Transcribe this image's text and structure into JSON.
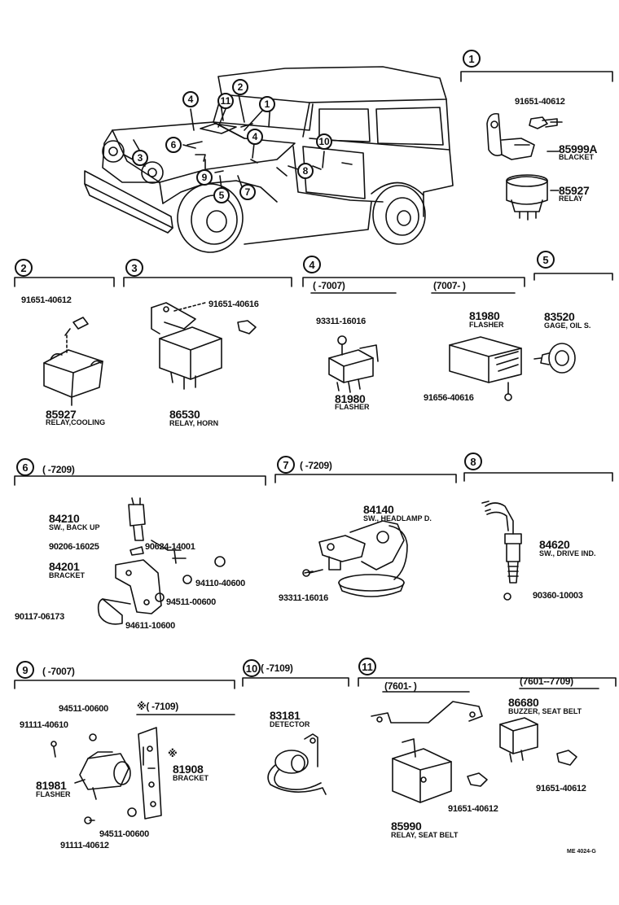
{
  "sections": {
    "s1": "1",
    "s2": "2",
    "s3": "3",
    "s4": "4",
    "s5": "5",
    "s6": "6",
    "s7": "7",
    "s8": "8",
    "s9": "9",
    "s10": "10",
    "s11": "11"
  },
  "vehicle_callouts": [
    "1",
    "2",
    "3",
    "4",
    "4",
    "5",
    "6",
    "7",
    "8",
    "9",
    "10",
    "11"
  ],
  "sec1": {
    "p1": "91651-40612",
    "p2": "85999A",
    "p2n": "BLACKET",
    "p3": "85927",
    "p3n": "RELAY"
  },
  "sec2": {
    "p1": "91651-40612",
    "p2": "85927",
    "p2n": "RELAY,COOLING"
  },
  "sec3": {
    "p1": "91651-40616",
    "p2": "86530",
    "p2n": "RELAY, HORN"
  },
  "sec4": {
    "range_a": "(      -7007)",
    "range_b": "(7007-       )",
    "p1": "93311-16016",
    "p2": "81980",
    "p2n": "FLASHER",
    "p3": "81980",
    "p3n": "FLASHER",
    "p4": "91656-40616"
  },
  "sec5": {
    "p1": "83520",
    "p1n": "GAGE, OIL S."
  },
  "sec6": {
    "range": "(       -7209)",
    "p1": "84210",
    "p1n": "SW., BACK UP",
    "p2": "90206-16025",
    "p3": "90624-14001",
    "p4": "84201",
    "p4n": "BRACKET",
    "p5": "94110-40600",
    "p6": "94511-00600",
    "p7": "90117-06173",
    "p8": "94611-10600"
  },
  "sec7": {
    "range": "(       -7209)",
    "p1": "84140",
    "p1n": "SW., HEADLAMP D.",
    "p2": "93311-16016"
  },
  "sec8": {
    "p1": "84620",
    "p1n": "SW., DRIVE IND.",
    "p2": "90360-10003"
  },
  "sec9": {
    "range": "(       -7007)",
    "p1": "94511-00600",
    "note": "※(       -7109)",
    "p2": "91111-40610",
    "mark": "※",
    "p3": "81908",
    "p3n": "BRACKET",
    "p4": "81981",
    "p4n": "FLASHER",
    "p5": "94511-00600",
    "p6": "91111-40612"
  },
  "sec10": {
    "range": "(       -7109)",
    "p1": "83181",
    "p1n": "DETECTOR"
  },
  "sec11": {
    "range_a": "(7601-       )",
    "range_b": "(7601--7709)",
    "p1": "86680",
    "p1n": "BUZZER, SEAT BELT",
    "p2": "91651-40612",
    "p3": "91651-40612",
    "p4": "85990",
    "p4n": "RELAY, SEAT BELT"
  },
  "footer": {
    "code": "ME 4024-G"
  }
}
